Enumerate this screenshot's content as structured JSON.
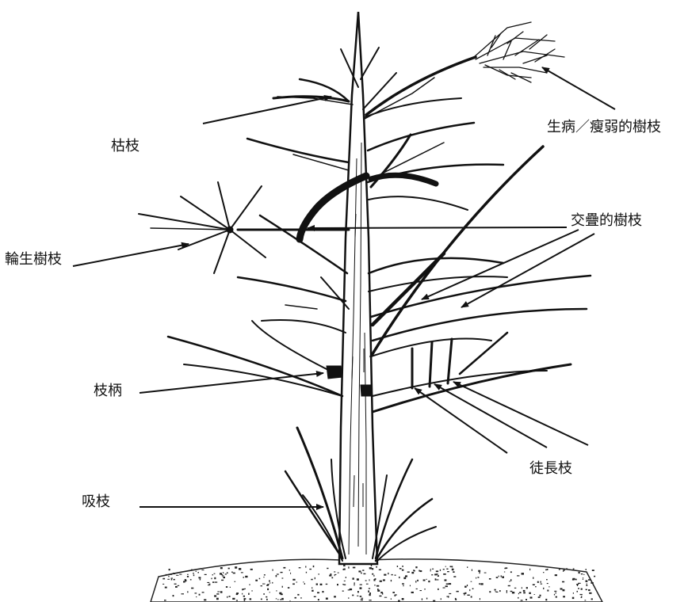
{
  "labels": {
    "dead_branch": "枯枝",
    "diseased_weak_branch": "生病／瘦弱的樹枝",
    "crossing_branch": "交疊的樹枝",
    "whorled_branches": "輪生樹枝",
    "branch_stub": "枝柄",
    "water_sprout": "徒長枝",
    "sucker": "吸枝"
  },
  "colors": {
    "ink": "#111111",
    "background": "#ffffff"
  }
}
